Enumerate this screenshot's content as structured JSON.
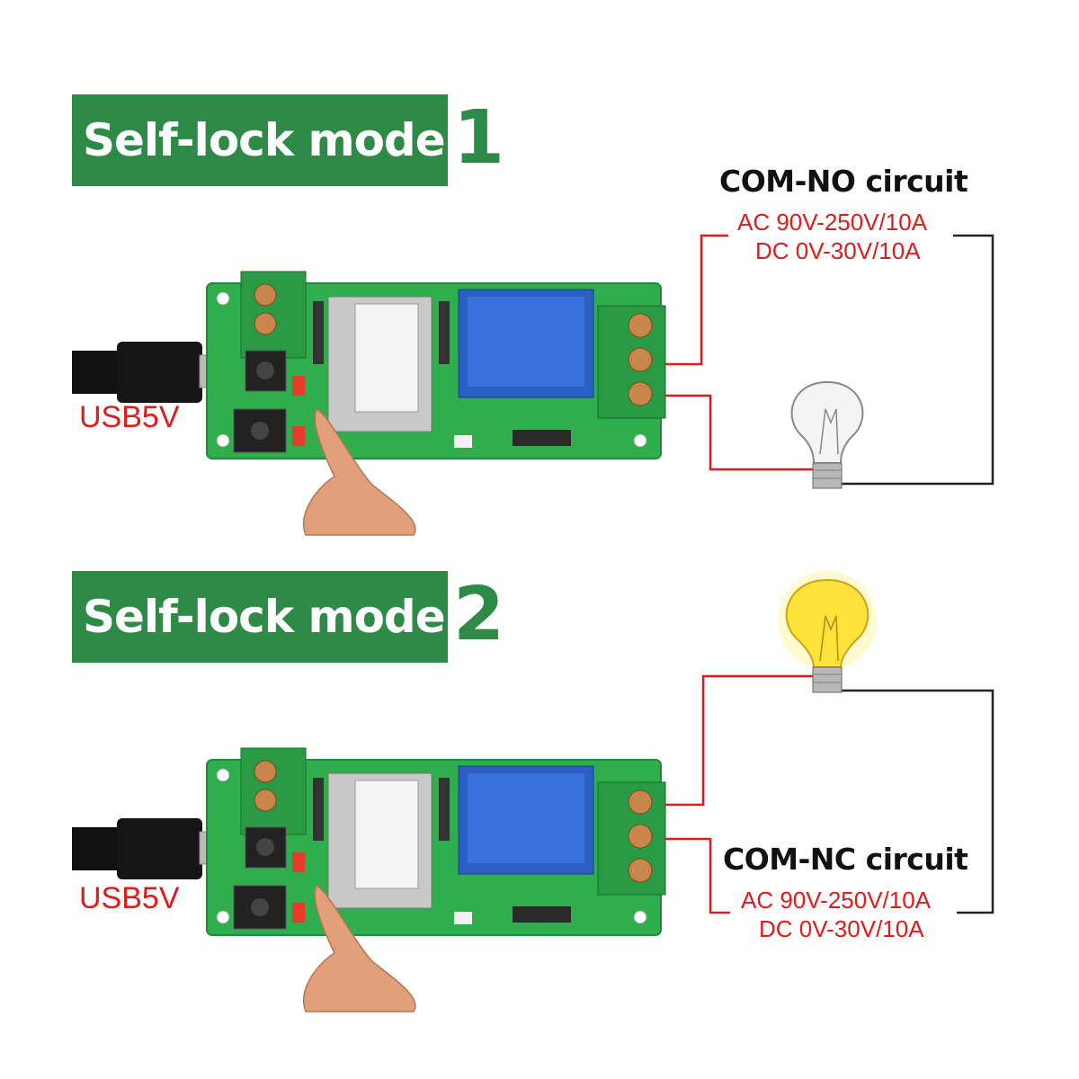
{
  "sections": [
    {
      "banner_text": "Self-lock mode",
      "mode_number": "1",
      "usb_label": "USB5V",
      "circuit_title": "COM-NO circuit",
      "spec_ac": "AC 90V-250V/10A",
      "spec_dc": "DC 0V-30V/10A",
      "bulb_state": "off"
    },
    {
      "banner_text": "Self-lock mode",
      "mode_number": "2",
      "usb_label": "USB5V",
      "circuit_title": "COM-NC circuit",
      "spec_ac": "AC 90V-250V/10A",
      "spec_dc": "DC 0V-30V/10A",
      "bulb_state": "on"
    }
  ],
  "colors": {
    "banner_green": "#2e8b47",
    "pcb_green": "#2fae4e",
    "relay_blue": "#2b5fc4",
    "wire_red": "#e01b1b",
    "wire_black": "#222222",
    "bulb_lit": "#ffe23a"
  },
  "icons": [
    "usb-cable-icon",
    "relay-board-icon",
    "pointing-finger-icon",
    "light-bulb-icon"
  ]
}
